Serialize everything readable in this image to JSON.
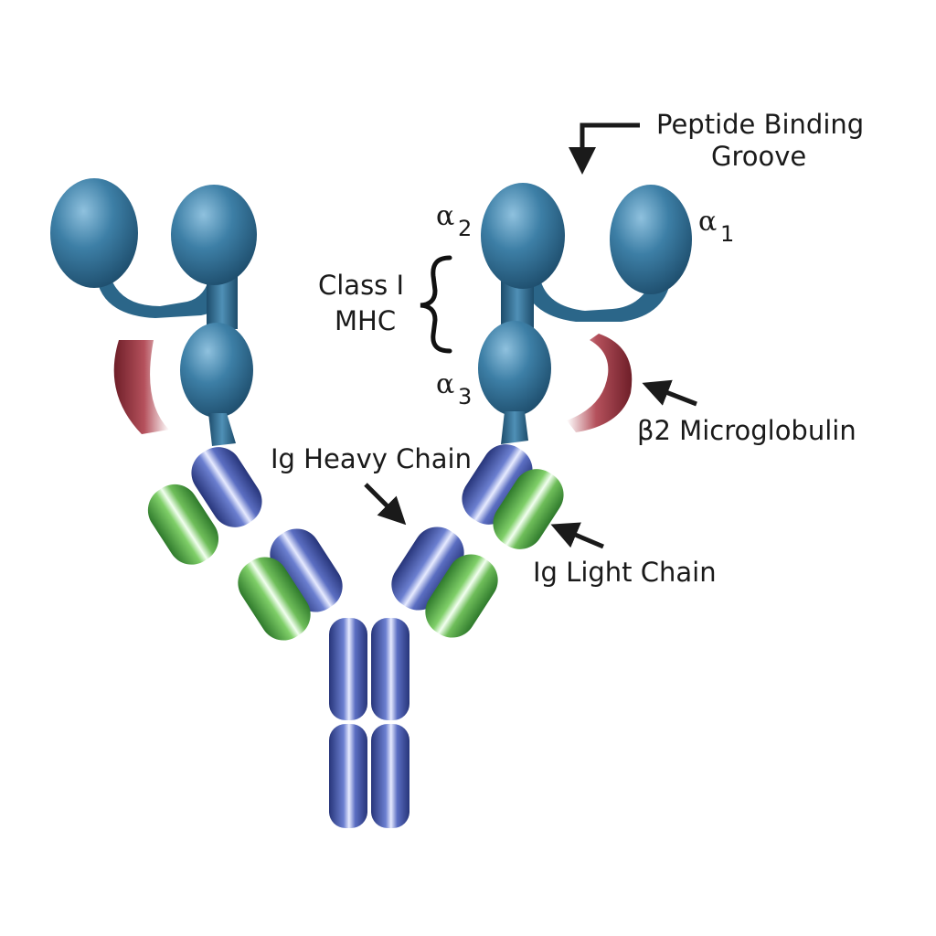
{
  "labels": {
    "peptide_line1": "Peptide Binding",
    "peptide_line2": "Groove",
    "alpha2_sym": "α",
    "alpha2_sub": "2",
    "alpha1_sym": "α",
    "alpha1_sub": "1",
    "alpha3_sym": "α",
    "alpha3_sub": "3",
    "class_line1": "Class I",
    "class_line2": "MHC",
    "b2m": "β2 Microglobulin",
    "heavy": "Ig Heavy Chain",
    "light": "Ig Light Chain"
  },
  "colors": {
    "mhc": "#2f6e93",
    "b2m": "#9a3440",
    "heavy": "#4457a8",
    "light": "#62b052",
    "arrow": "#1a1a1a"
  }
}
